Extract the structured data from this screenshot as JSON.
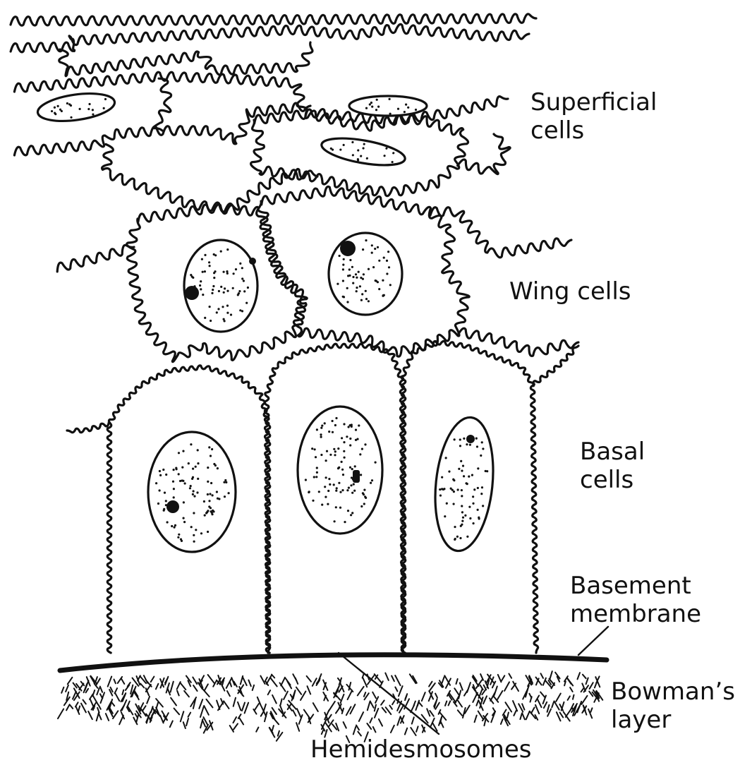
{
  "diagram": {
    "labels": {
      "superficial": [
        "Superficial",
        "cells"
      ],
      "wing": "Wing cells",
      "basal": [
        "Basal",
        "cells"
      ],
      "basement": [
        "Basement",
        "membrane"
      ],
      "bowman": [
        "Bowman’s",
        "layer"
      ],
      "hemidesmosomes": "Hemidesmosomes"
    },
    "colors": {
      "ink": "#111111",
      "background": "#ffffff"
    }
  }
}
